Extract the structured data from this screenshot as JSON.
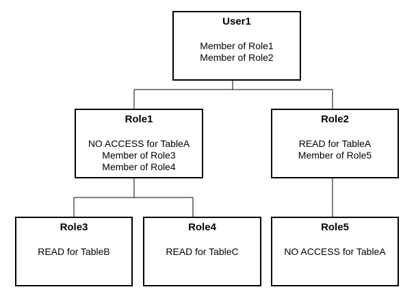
{
  "nodes": {
    "user1": {
      "title": "User1",
      "lines": [
        "Member of Role1",
        "Member of Role2"
      ]
    },
    "role1": {
      "title": "Role1",
      "lines": [
        "NO ACCESS for TableA",
        "Member of Role3",
        "Member of Role4"
      ]
    },
    "role2": {
      "title": "Role2",
      "lines": [
        "READ for TableA",
        "Member of Role5"
      ]
    },
    "role3": {
      "title": "Role3",
      "lines": [
        "READ for TableB"
      ]
    },
    "role4": {
      "title": "Role4",
      "lines": [
        "READ for TableC"
      ]
    },
    "role5": {
      "title": "Role5",
      "lines": [
        "NO ACCESS for TableA"
      ]
    }
  },
  "edges": [
    {
      "from": "user1",
      "to": "role1"
    },
    {
      "from": "user1",
      "to": "role2"
    },
    {
      "from": "role1",
      "to": "role3"
    },
    {
      "from": "role1",
      "to": "role4"
    },
    {
      "from": "role2",
      "to": "role5"
    }
  ]
}
